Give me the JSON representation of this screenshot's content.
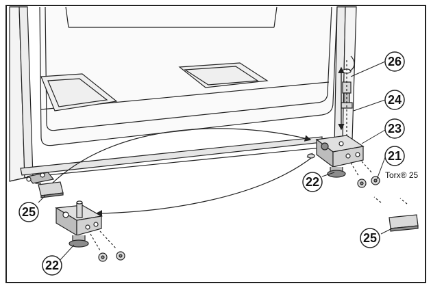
{
  "callouts": {
    "c26": "26",
    "c24": "24",
    "c23": "23",
    "c21": "21",
    "c22_right": "22",
    "c22_left": "22",
    "c25_left": "25",
    "c25_right": "25"
  },
  "torx_label": "Torx® 25",
  "colors": {
    "stroke": "#222222",
    "part_fill": "#d9d9d9",
    "part_dark": "#8c8c8c",
    "cabinet_fill": "#f4f4f4",
    "background": "#ffffff"
  }
}
